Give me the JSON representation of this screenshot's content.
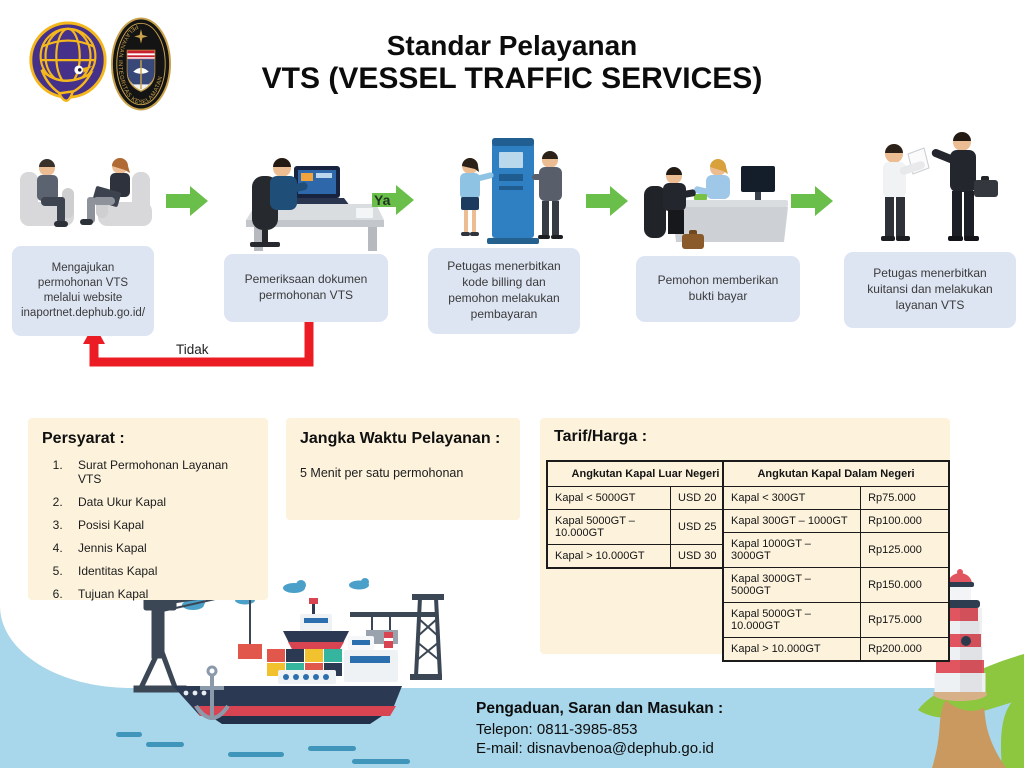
{
  "header": {
    "title_line1": "Standar Pelayanan",
    "title_line2": "VTS (VESSEL TRAFFIC SERVICES)",
    "badge_ring_text": "PELAYANAN INTEGRITAS KESELAMATAN"
  },
  "flow": {
    "yes_label": "Ya",
    "no_label": "Tidak",
    "steps": [
      {
        "label": "Mengajukan permohonan VTS melalui website inaportnet.dephub.go.id/"
      },
      {
        "label": "Pemeriksaan dokumen permohonan VTS"
      },
      {
        "label": "Petugas menerbitkan kode billing dan pemohon melakukan pembayaran"
      },
      {
        "label": "Pemohon memberikan bukti bayar"
      },
      {
        "label": "Petugas menerbitkan kuitansi dan melakukan layanan VTS"
      }
    ]
  },
  "requirements": {
    "title": "Persyarat :",
    "items": [
      "Surat Permohonan Layanan VTS",
      "Data Ukur Kapal",
      "Posisi Kapal",
      "Jennis Kapal",
      "Identitas Kapal",
      "Tujuan Kapal"
    ]
  },
  "service_time": {
    "title": "Jangka Waktu Pelayanan :",
    "value": "5 Menit per satu permohonan"
  },
  "tariff": {
    "title": "Tarif/Harga :",
    "foreign_table": {
      "header": "Angkutan Kapal Luar Negeri",
      "rows": [
        {
          "category": "Kapal < 5000GT",
          "price": "USD 20"
        },
        {
          "category": "Kapal 5000GT – 10.000GT",
          "price": "USD 25"
        },
        {
          "category": "Kapal > 10.000GT",
          "price": "USD 30"
        }
      ]
    },
    "domestic_table": {
      "header": "Angkutan Kapal Dalam Negeri",
      "rows": [
        {
          "category": "Kapal < 300GT",
          "price": "Rp75.000"
        },
        {
          "category": "Kapal 300GT – 1000GT",
          "price": "Rp100.000"
        },
        {
          "category": "Kapal 1000GT – 3000GT",
          "price": "Rp125.000"
        },
        {
          "category": "Kapal 3000GT – 5000GT",
          "price": "Rp150.000"
        },
        {
          "category": "Kapal 5000GT – 10.000GT",
          "price": "Rp175.000"
        },
        {
          "category": "Kapal > 10.000GT",
          "price": "Rp200.000"
        }
      ]
    }
  },
  "contact": {
    "title": "Pengaduan, Saran dan Masukan :",
    "phone": "Telepon: 0811-3985-853",
    "email": "E-mail: disnavbenoa@dephub.go.id"
  },
  "colors": {
    "arrow_green": "#6abf4b",
    "arrow_red": "#ec1c24",
    "step_box_blue": "#dde4f2",
    "panel_cream": "#fdf3dd",
    "water_blue": "#a8d6ea",
    "logo_purple": "#453189",
    "logo_gold": "#f5b81c"
  }
}
